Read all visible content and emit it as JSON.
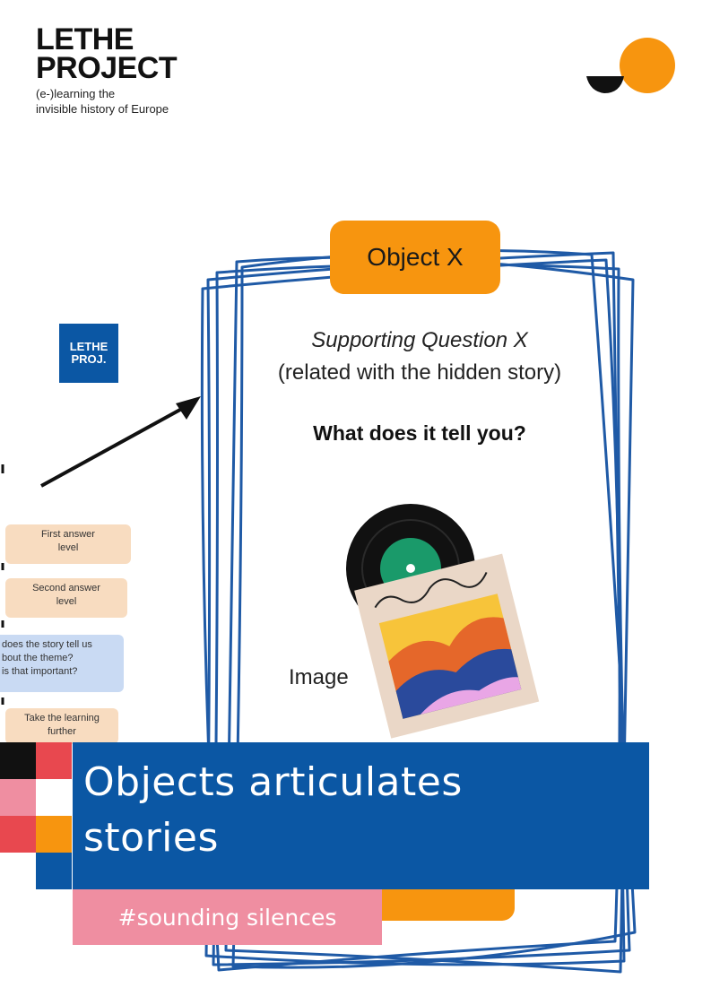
{
  "brand": {
    "title_line1": "LETHE",
    "title_line2": "PROJECT",
    "tagline_line1": "(e-)learning the",
    "tagline_line2": "invisible history of Europe"
  },
  "mini_logo": {
    "line1": "LETHE",
    "line2": "PROJ."
  },
  "notes": {
    "first_line1": "First answer",
    "first_line2": "level",
    "second_line1": "Second answer",
    "second_line2": "level",
    "theme_line1": "does the story tell us",
    "theme_line2": "bout the theme?",
    "theme_line3": "is that important?",
    "further_line1": "Take the learning",
    "further_line2": "further"
  },
  "card": {
    "label": "Object X",
    "supporting_question": "Supporting  Question X",
    "related": "(related with the hidden story)",
    "prompt": "What does it tell you?",
    "image_label": "Image"
  },
  "headline": {
    "line1": "Objects articulates",
    "line2": "stories"
  },
  "hashtag": "#sounding silences",
  "colors": {
    "blue": "#0b57a4",
    "orange": "#f7950f",
    "pink": "#ef8ea1",
    "red": "#e8484f",
    "black": "#111111"
  },
  "icons": {
    "logo": "half-circle-and-orange-circle-icon",
    "illustration": "vinyl-record-and-sleeve-icon",
    "arrow": "arrow-icon"
  }
}
